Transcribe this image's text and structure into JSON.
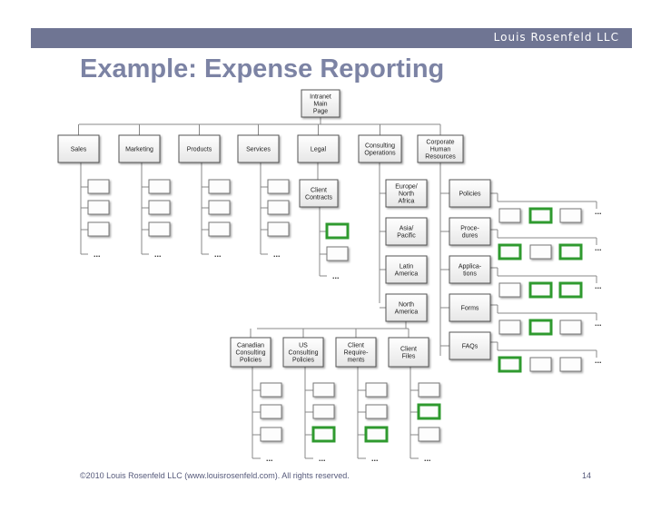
{
  "header": {
    "brand": "Louis Rosenfeld LLC"
  },
  "slide": {
    "title": "Example:  Expense Reporting"
  },
  "diagram": {
    "root": "Intranet Main Page",
    "departments": [
      "Sales",
      "Marketing",
      "Products",
      "Services",
      "Legal",
      "Consulting Operations",
      "Corporate Human Resources"
    ],
    "legal_child": "Client Contracts",
    "consulting_regions": [
      "Europe/ North Africa",
      "Asia/ Pacific",
      "Latin America",
      "North America"
    ],
    "hr_children": [
      "Policies",
      "Proce- dures",
      "Applica- tions",
      "Forms",
      "FAQs"
    ],
    "north_america_children": [
      "Canadian Consulting Policies",
      "US Consulting Policies",
      "Client Require- ments",
      "Client Files"
    ],
    "ellipsis": "..."
  },
  "footer": {
    "copyright": "©2010 Louis Rosenfeld LLC (www.louisrosenfeld.com). All rights reserved.",
    "page": "14"
  }
}
